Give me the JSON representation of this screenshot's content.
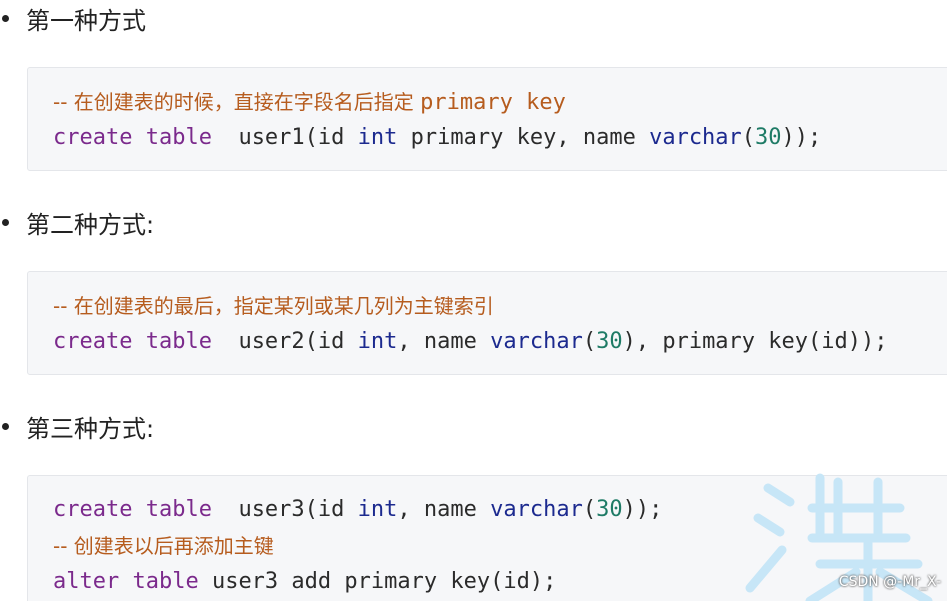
{
  "sections": [
    {
      "heading": "第一种方式",
      "lines": [
        {
          "type": "comment",
          "prefix": "-- ",
          "text": "在创建表的时候，直接在字段名后指定 ",
          "mono": "primary key"
        },
        {
          "type": "code",
          "kw": "create table",
          "rest1": "  user1(id ",
          "type1": "int",
          "rest2": " primary key, name ",
          "type2": "varchar",
          "rest3": "(",
          "num": "30",
          "rest4": "));"
        }
      ]
    },
    {
      "heading": "第二种方式:",
      "lines": [
        {
          "type": "comment",
          "prefix": "-- ",
          "text": "在创建表的最后，指定某列或某几列为主键索引"
        },
        {
          "type": "code",
          "kw": "create table",
          "rest1": "  user2(id ",
          "type1": "int",
          "rest2": ", name ",
          "type2": "varchar",
          "rest3": "(",
          "num": "30",
          "rest4": "), primary key(id));"
        }
      ]
    },
    {
      "heading": "第三种方式:",
      "lines": [
        {
          "type": "code",
          "kw": "create table",
          "rest1": "  user3(id ",
          "type1": "int",
          "rest2": ", name ",
          "type2": "varchar",
          "rest3": "(",
          "num": "30",
          "rest4": "));"
        },
        {
          "type": "comment",
          "prefix": "-- ",
          "text": "创建表以后再添加主键"
        },
        {
          "type": "code",
          "kw": "alter table",
          "rest1": " user3 add primary key(id);"
        }
      ]
    }
  ],
  "watermark": {
    "credit": "CSDN @-Mr_X-"
  },
  "colors": {
    "comment": "#b65c1e",
    "keyword": "#7b2a8c",
    "type": "#1c2a8f",
    "number": "#1e7b66",
    "code_bg": "#f6f7f9"
  }
}
